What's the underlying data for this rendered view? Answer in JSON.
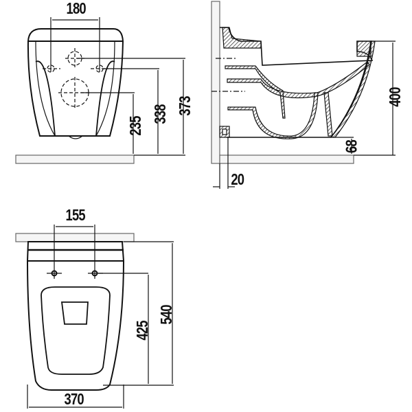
{
  "front_view": {
    "width_between_fixings": "180",
    "height_upper_pipe": "373",
    "height_fixings": "338",
    "height_outlet": "235"
  },
  "side_view": {
    "height_rim": "400",
    "floor_gap": "68",
    "wall_gap": "20"
  },
  "top_view": {
    "seat_hinge_spacing": "155",
    "fixing_to_front": "425",
    "total_length": "540",
    "total_width": "370"
  },
  "colors": {
    "line": "#111111",
    "hatch": "#555555",
    "floor": "#f4f4f4"
  }
}
